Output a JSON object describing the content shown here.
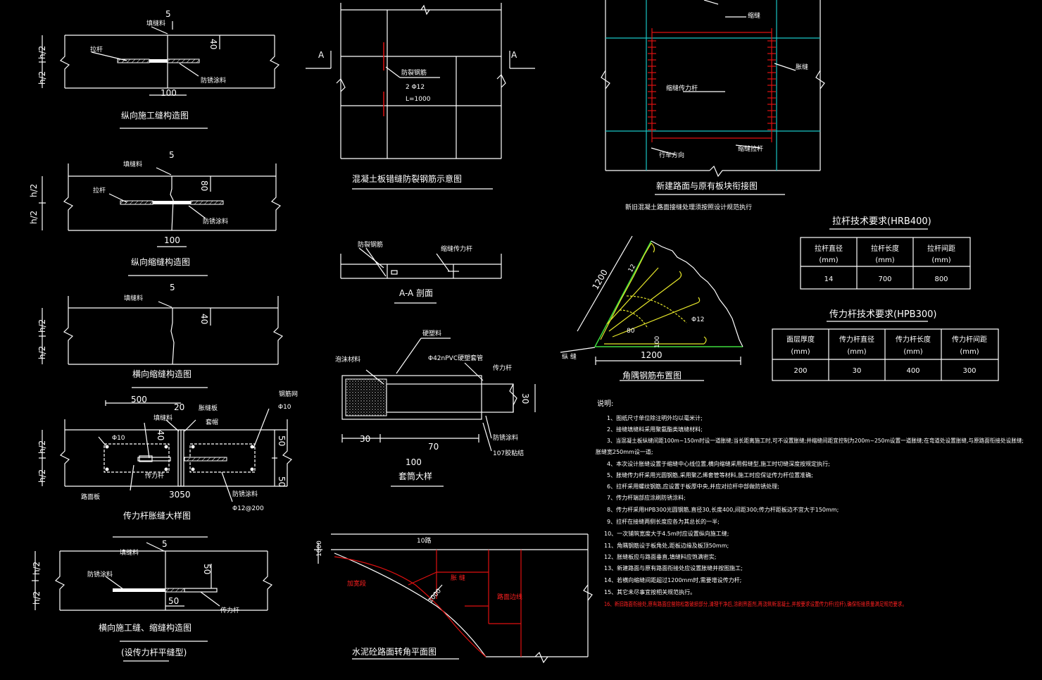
{
  "colors": {
    "background": "#000000",
    "lines": "#ffffff",
    "grid": "#19c5c5",
    "accent_red": "#e01010",
    "green": "#3ddc3d",
    "yellow": "#e6e62a"
  },
  "d1": {
    "title": "纵向施工缝构造图",
    "label_fill": "填缝料",
    "label_bar": "拉杆",
    "label_coat": "防锈涂料",
    "dim_w": "100",
    "dim_d": "40",
    "dim_5": "5",
    "h2_top": "h/2",
    "h2_bot": "h/2"
  },
  "d2": {
    "title": "纵向缩缝构造图",
    "label_fill": "填缝料",
    "label_bar": "拉杆",
    "label_coat": "防锈涂料",
    "dim_w": "100",
    "dim_d": "80",
    "dim_5": "5",
    "h2_top": "h/2",
    "h2_bot": "h/2"
  },
  "d3": {
    "title": "横向缩缝构造图",
    "label_fill": "填缝料",
    "dim_d": "40",
    "dim_5": "5",
    "h2_top": "h/2",
    "h2_bot": "h/2"
  },
  "d4": {
    "title": "传力杆胀缝大样图",
    "dim_500": "500",
    "dim_20": "20",
    "dim_40": "40",
    "phi10_a": "Φ10",
    "phi10_b": "Φ10",
    "dim_50a": "50",
    "dim_50b": "50",
    "dim_3050": "3050",
    "phi12": "Φ12@200",
    "label_fill": "填缝料",
    "label_board": "胀缝板",
    "label_cap": "套帽",
    "label_bar": "传力杆",
    "label_tag1": "钢筋网",
    "label_tag2": "防锈涂料",
    "label_tag3": "路面板",
    "h2_top": "h/2",
    "h2_bot": "h/2"
  },
  "d5": {
    "title": "横向施工缝、缩缝构造图",
    "subtitle": "(设传力杆平缝型)",
    "label_fill": "填缝料",
    "label_coat": "防锈涂料",
    "label_bar": "传力杆",
    "dim_5": "5",
    "dim_50a": "50",
    "dim_50b": "50",
    "h2_top": "h/2",
    "h2_bot": "h/2"
  },
  "d6": {
    "title": "混凝土板错缝防裂钢筋示意图",
    "label_rebar": "防裂钢筋",
    "spec1": "2 Φ12",
    "spec2": "L=1000",
    "sec_a1": "A",
    "sec_a2": "A"
  },
  "d7": {
    "title": "A-A 剖面",
    "label_rebar": "防裂钢筋",
    "label_bar": "缩缝传力杆"
  },
  "d8": {
    "title": "套筒大样",
    "label_sleeve": "硬塑料",
    "label_fill": "泡沫材料",
    "label_pvc": "Φ42nPVC硬塑套管",
    "label_bar": "传力杆",
    "label_coat": "防锈涂料",
    "label_cap": "107胶粘结",
    "dim_30a": "30",
    "dim_70": "70",
    "dim_100": "100",
    "dim_30b": "30"
  },
  "d9": {
    "title": "新建路面与原有板块衔接图",
    "subtitle": "新旧混凝土路面接缝处理须按照设计规范执行",
    "label_a": "缩缝",
    "label_b": "胀缝",
    "label_c": "缩缝传力杆",
    "label_d": "缩缝拉杆",
    "label_e": "行车方向"
  },
  "d10": {
    "title": "角隅钢筋布置图",
    "dim_1200a": "1200",
    "dim_1200b": "1200",
    "dim_12": "12",
    "phi12": "Φ12",
    "dim_100": "100",
    "dim_80": "80",
    "label_edge": "纵 缝"
  },
  "table1": {
    "title": "拉杆技术要求(HRB400)",
    "headers": [
      "拉杆直径",
      "拉杆长度",
      "拉杆间距"
    ],
    "units": [
      "(mm)",
      "(mm)",
      "(mm)"
    ],
    "row": [
      "14",
      "700",
      "800"
    ]
  },
  "table2": {
    "title": "传力杆技术要求(HPB300)",
    "headers": [
      "面层厚度",
      "传力杆直径",
      "传力杆长度",
      "传力杆间距"
    ],
    "units": [
      "(mm)",
      "(mm)",
      "(mm)",
      "(mm)"
    ],
    "row": [
      "200",
      "30",
      "400",
      "300"
    ]
  },
  "notes": {
    "heading": "说明:",
    "items": [
      "1、图纸尺寸单位除注明外均以毫米计;",
      "2、接缝填缝料采用聚氨酯类填缝材料;",
      "3、当混凝土板纵缝间距100m~150m时设一道胀缝;当长距离施工时,可不设置胀缝;并缩缝间距宜控制为200m~250m设置一道胀缝;在弯道处设置胀缝,与原路面衔接处设胀缝;",
      "   胀缝宽250mm设一道;",
      "4、本次设计胀缝设置于缩缝中心线位置,横向缩缝采用假缝型,施工时切缝深度按规定执行;",
      "5、胀缝传力杆采用光圆钢筋,采用聚乙烯套管等材料,施工时应保证传力杆位置准确;",
      "6、拉杆采用螺纹钢筋,应设置于板厚中央,并应对拉杆中部做防锈处理;",
      "7、传力杆端部应涂刷防锈涂料;",
      "8、传力杆采用HPB300光圆钢筋,直径30,长度400,间距300;传力杆距板边不宜大于150mm;",
      "9、拉杆在接缝两侧长度应各为其总长的一半;",
      "10、一次铺筑宽度大于4.5m时应设置纵向施工缝;",
      "11、角隅钢筋设于板角处,距板边缘及板顶50mm;",
      "12、胀缝板应与路面垂直,填缝料应饱满密实;",
      "13、新建路面与原有路面衔接处应设置胀缝并按图施工;",
      "14、若横向缩缝间距超过1200mm时,需要增设传力杆;",
      "15、其它未尽事宜按相关规范执行。"
    ],
    "red_item": "16、新旧路面衔接处,原有路面应凿除松散破损部分,清理干净后,涂刷界面剂,再浇筑新混凝土,并按要求设置传力杆(拉杆),确保衔接质量满足规范要求。"
  },
  "d11": {
    "title": "水泥砼路面转角平面图",
    "label_top": "10路",
    "label_dim": "1000",
    "label_dim2": "1000",
    "label_r1": "加宽段",
    "label_r2": "胀 缝",
    "label_r3": "路面边线"
  }
}
